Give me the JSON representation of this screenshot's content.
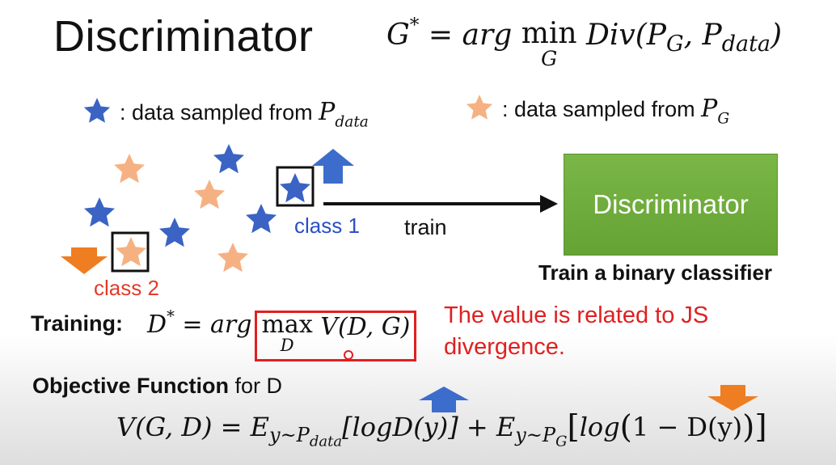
{
  "title": "Discriminator",
  "g_formula": {
    "lhs": "G",
    "sup": "*",
    "eq": "=",
    "arg": "arg",
    "op": "min",
    "op_under": "G",
    "fn": "Div",
    "args": "(P",
    "sub1": "G",
    "comma": ", P",
    "sub2": "data",
    "close": ")"
  },
  "legend": {
    "real_text": ": data sampled from",
    "real_P": "P",
    "real_sub": "data",
    "fake_text": ": data sampled from",
    "fake_P": "P",
    "fake_sub": "G"
  },
  "colors": {
    "real_star": "#3b63c4",
    "fake_star": "#f6b183",
    "discriminator_green": "#6aa83a",
    "up_arrow": "#3d6dcc",
    "down_arrow": "#ef7d22",
    "highlight_red": "#e02020"
  },
  "diagram": {
    "train_label": "train",
    "class1_label": "class 1",
    "class2_label": "class 2",
    "discriminator_label": "Discriminator",
    "binary_classifier_label": "Train a binary classifier"
  },
  "training": {
    "label": "Training:",
    "lhs": "D",
    "sup": "*",
    "eq": "=",
    "arg": "arg",
    "op": "max",
    "op_under": "D",
    "fn": "V(D, G)",
    "note_line1": "The value is related to JS",
    "note_line2": "divergence."
  },
  "objective": {
    "label_bold": "Objective Function",
    "label_rest": " for D",
    "lhs": "V(G, D) =",
    "E1": "E",
    "E1_sub_y": "y~P",
    "E1_sub_sub": "data",
    "term1": "[logD(y)]",
    "plus": "+",
    "E2": "E",
    "E2_sub_y": "y~P",
    "E2_sub_sub": "G",
    "term2_open": "[",
    "term2_log": "log",
    "term2_paren_open": "(",
    "term2_body": "1 − D(y)",
    "term2_paren_close": ")",
    "term2_close": "]"
  }
}
